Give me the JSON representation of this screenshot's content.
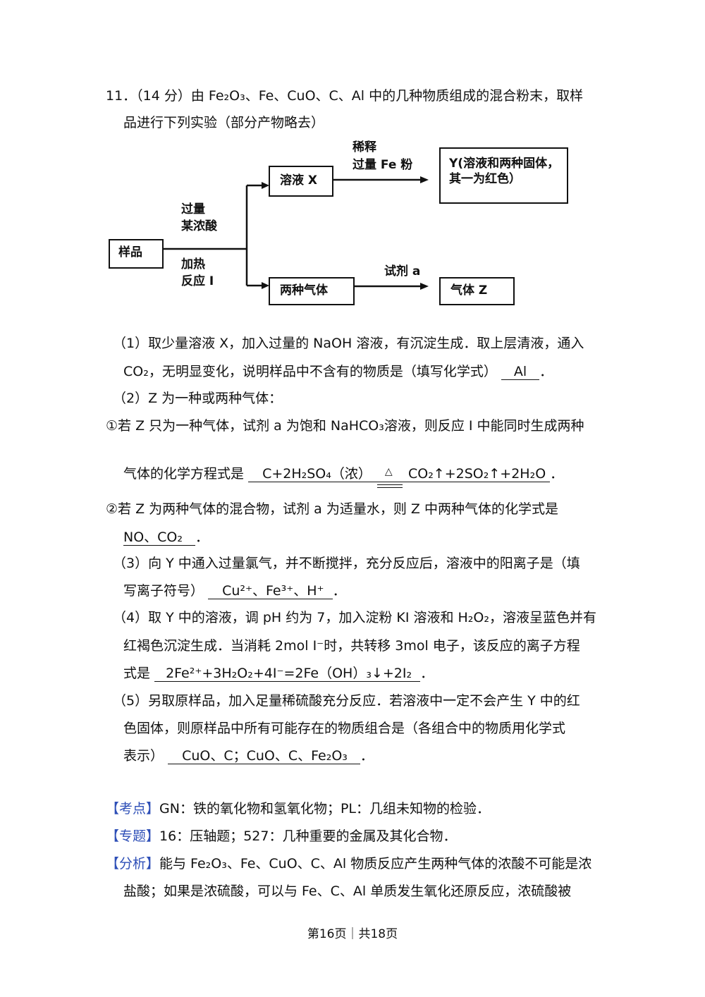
{
  "question": {
    "line1": "11．（14 分）由 Fe₂O₃、Fe、CuO、C、Al 中的几种物质组成的混合粉末，取样",
    "line2": "品进行下列实验（部分产物略去）"
  },
  "diagram": {
    "sample": "样品",
    "reagent_top1": "过量",
    "reagent_top2": "某浓酸",
    "reagent_bot1": "加热",
    "reagent_bot2": "反应 I",
    "solution_x": "溶液 X",
    "dilute1": "稀释",
    "dilute2": "过量 Fe 粉",
    "y_box1": "Y(溶液和两种固体，",
    "y_box2": "其一为红色）",
    "two_gases": "两种气体",
    "reagent_a": "试剂 a",
    "gas_z": "气体 Z"
  },
  "parts": {
    "p1_a": "（1）取少量溶液 X，加入过量的 NaOH 溶液，有沉淀生成．取上层清液，通入",
    "p1_b": "CO₂，无明显变化，说明样品中不含有的物质是（填写化学式）",
    "p1_ans": "Al",
    "p2": "（2）Z 为一种或两种气体：",
    "p2_1a": "①若 Z 只为一种气体，试剂 a 为饱和 NaHCO₃溶液，则反应 I 中能同时生成两种",
    "p2_1b": "气体的化学方程式是",
    "p2_1ans_left": "C+2H₂SO₄（浓）",
    "p2_1ans_delta": "△",
    "p2_1ans_right": "CO₂↑+2SO₂↑+2H₂O",
    "p2_2a": "②若 Z 为两种气体的混合物，试剂 a 为适量水，则 Z 中两种气体的化学式是",
    "p2_2ans": "NO、CO₂",
    "p3_a": "（3）向 Y 中通入过量氯气，并不断搅拌，充分反应后，溶液中的阳离子是（填",
    "p3_b": "写离子符号）",
    "p3_ans": "Cu²⁺、Fe³⁺、H⁺",
    "p4_a": "（4）取 Y 中的溶液，调 pH 约为 7，加入淀粉 KI 溶液和 H₂O₂，溶液呈蓝色并有",
    "p4_b": "红褐色沉淀生成．当消耗 2mol I⁻时，共转移 3mol 电子，该反应的离子方程",
    "p4_c": "式是",
    "p4_ans": "2Fe²⁺+3H₂O₂+4I⁻=2Fe（OH）₃↓+2I₂",
    "p5_a": "（5）另取原样品，加入足量稀硫酸充分反应．若溶液中一定不会产生 Y 中的红",
    "p5_b": "色固体，则原样品中所有可能存在的物质组合是（各组合中的物质用化学式",
    "p5_c": "表示）",
    "p5_ans": "CuO、C；CuO、C、Fe₂O₃",
    "period": "．"
  },
  "analysis": {
    "kaodian_tag": "【考点】",
    "kaodian": "GN：铁的氧化物和氢氧化物；PL：几组未知物的检验．",
    "zhuanti_tag": "【专题】",
    "zhuanti": "16：压轴题；527：几种重要的金属及其化合物．",
    "fenxi_tag": "【分析】",
    "fenxi_a": "能与 Fe₂O₃、Fe、CuO、C、Al 物质反应产生两种气体的浓酸不可能是浓",
    "fenxi_b": "盐酸；如果是浓硫酸，可以与 Fe、C、Al 单质发生氧化还原反应，浓硫酸被"
  },
  "footer": "第16页｜共18页"
}
